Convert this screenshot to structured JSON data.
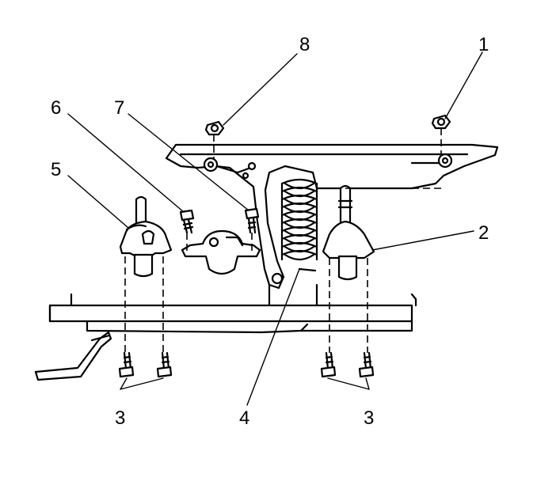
{
  "callouts": {
    "c1": "1",
    "c2": "2",
    "c3a": "3",
    "c3b": "3",
    "c4": "4",
    "c5": "5",
    "c6": "6",
    "c7": "7",
    "c8": "8"
  }
}
